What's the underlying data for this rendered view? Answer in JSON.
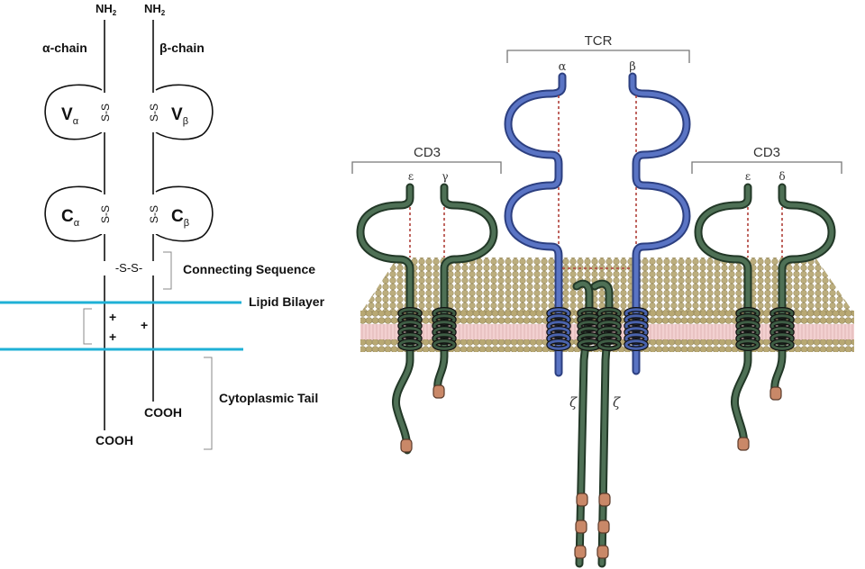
{
  "schematic": {
    "alpha_chain": {
      "n_terminus": "NH",
      "n_terminus_sub": "2",
      "chain_label": "α-chain",
      "v_domain": "V",
      "v_sub": "α",
      "c_domain": "C",
      "c_sub": "α",
      "c_terminus": "COOH"
    },
    "beta_chain": {
      "n_terminus": "NH",
      "n_terminus_sub": "2",
      "chain_label": "β-chain",
      "v_domain": "V",
      "v_sub": "β",
      "c_domain": "C",
      "c_sub": "β",
      "c_terminus": "COOH"
    },
    "disulfide_vertical": "S-S",
    "disulfide_connecting": "-S-S-",
    "charge": "+",
    "labels": {
      "connecting_sequence": "Connecting Sequence",
      "lipid_bilayer": "Lipid Bilayer",
      "cytoplasmic_tail": "Cytoplasmic Tail"
    },
    "colors": {
      "membrane_line": "#1fb0d6"
    }
  },
  "complex": {
    "tcr_label": "TCR",
    "tcr_alpha": "α",
    "tcr_beta": "β",
    "cd3_left": {
      "label": "CD3",
      "chain1": "ε",
      "chain2": "γ"
    },
    "cd3_right": {
      "label": "CD3",
      "chain1": "ε",
      "chain2": "δ"
    },
    "zeta_1": "ζ",
    "zeta_2": "ζ",
    "colors": {
      "tcr_chain": "#4a63ad",
      "cd3_chain": "#3f5e45",
      "tail_segment": "#c98868",
      "membrane_head": "#b7a97a",
      "membrane_core": "#efcaca",
      "disulfide": "#b0413a"
    }
  }
}
